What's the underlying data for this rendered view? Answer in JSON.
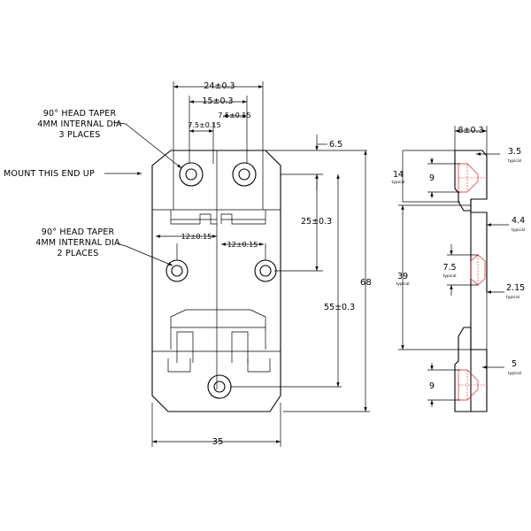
{
  "labels": {
    "head_taper_3_line1": "90° HEAD TAPER",
    "head_taper_3_line2": "4MM INTERNAL DIA",
    "head_taper_3_line3": "3 PLACES",
    "mount": "MOUNT THIS END UP",
    "head_taper_2_line1": "90° HEAD TAPER",
    "head_taper_2_line2": "4MM INTERNAL DIA",
    "head_taper_2_line3": "2 PLACES"
  },
  "front_dims": {
    "d24": "24±0.3",
    "d15": "15±0.3",
    "d7_5_left": "7.5±0.15",
    "d7_5_right": "7.5±0.15",
    "d6_5": "6.5",
    "d25": "25±0.3",
    "d12_left": "12±0.15",
    "d12_right": "12±0.15",
    "d55": "55±0.3",
    "d68": "68",
    "d35": "35"
  },
  "side_dims": {
    "d8": "8±0.3",
    "d3_5": "3.5",
    "d14": "14",
    "d9_top": "9",
    "d4_4": "4.4",
    "d39": "39",
    "d7_5": "7.5",
    "d2_15": "2.15",
    "d5": "5",
    "d9_bottom": "9",
    "typical": "typical"
  }
}
